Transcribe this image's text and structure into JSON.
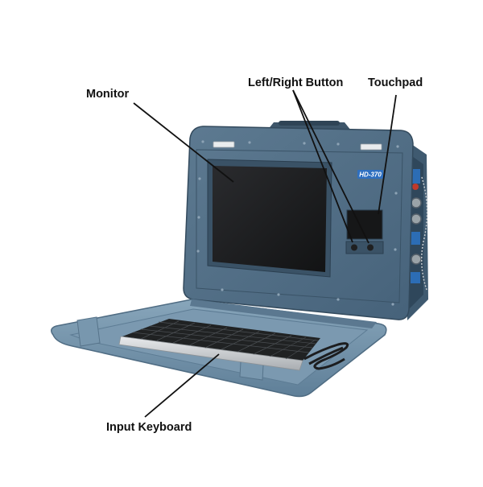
{
  "labels": {
    "monitor": "Monitor",
    "buttons": "Left/Right Button",
    "touchpad": "Touchpad",
    "keyboard": "Input Keyboard"
  },
  "device": {
    "model": "HD-370"
  },
  "colors": {
    "case_body": "#4f6b82",
    "case_dark": "#3b5367",
    "case_light": "#6f8aa0",
    "tray": "#6e8ea6",
    "tray_light": "#8eabc0",
    "screen": "#1a1b1d",
    "keyboard": "#232527",
    "key": "#3a3d40",
    "badge": "#2e6fc0",
    "cable": "#1c1d1f",
    "text": "#111111"
  }
}
